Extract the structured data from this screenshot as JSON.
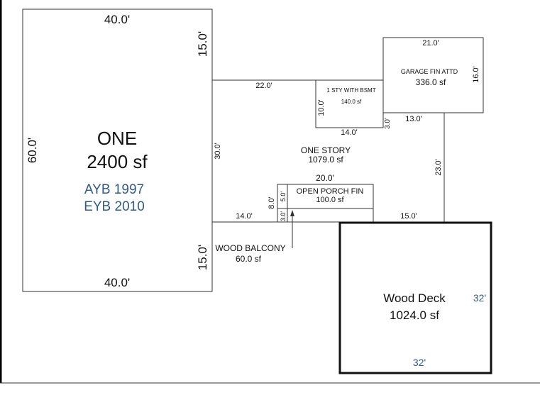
{
  "areas": {
    "one": {
      "label": "ONE",
      "area": "2400 sf",
      "ayb": "AYB 1997",
      "eyb": "EYB 2010",
      "dim_top": "40.0'",
      "dim_bottom": "40.0'",
      "dim_left": "60.0'",
      "dim_right_top": "15.0'",
      "dim_right_bottom": "15.0'"
    },
    "one_story": {
      "label": "ONE STORY",
      "area": "1079.0 sf",
      "dim_top": "22.0'",
      "dim_left": "30.0'",
      "dim_porch_left": "14.0'",
      "dim_porch_right": "15.0'",
      "dim_right": "23.0'",
      "dim_garage_bottom": "13.0'",
      "dim_bsmt_small": "3.0'"
    },
    "bsmt": {
      "label": "1 STY WITH BSMT",
      "area": "140.0 sf",
      "dim_left": "10.0'",
      "dim_bottom": "14.0'"
    },
    "garage": {
      "label": "GARAGE FIN ATTD",
      "area": "336.0 sf",
      "dim_top": "21.0'",
      "dim_right": "16.0'"
    },
    "porch": {
      "label": "OPEN PORCH FIN",
      "area": "100.0 sf",
      "dim_top": "20.0'",
      "dim_left": "8.0'",
      "dim_inner_top": "5.0'",
      "dim_inner_bottom": "3.0'"
    },
    "balcony": {
      "label": "WOOD BALCONY",
      "area": "60.0 sf"
    },
    "deck": {
      "label": "Wood Deck",
      "area": "1024.0 sf",
      "dim_right": "32'",
      "dim_bottom": "32'"
    }
  },
  "colors": {
    "line": "#333333",
    "deck_border": "#111111",
    "label_blue": "#2f5b86"
  }
}
